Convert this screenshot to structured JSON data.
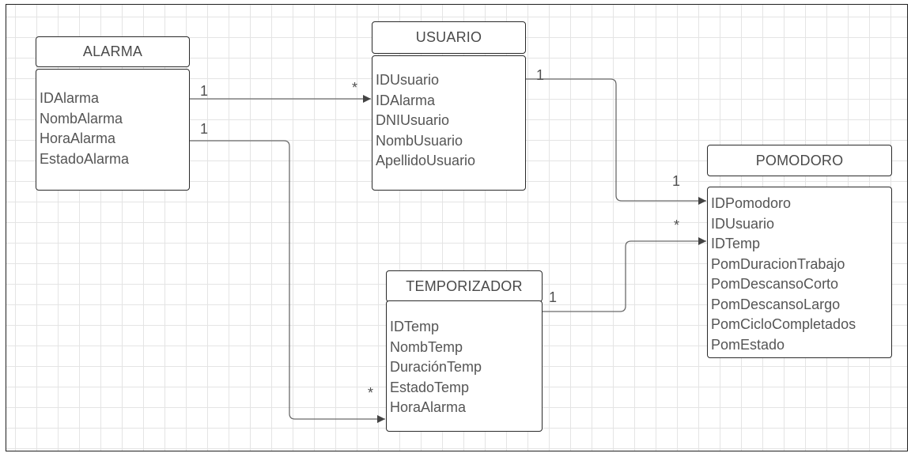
{
  "entities": {
    "alarma": {
      "title": "ALARMA",
      "attributes": [
        "IDAlarma",
        "NombAlarma",
        "HoraAlarma",
        "EstadoAlarma"
      ]
    },
    "usuario": {
      "title": "USUARIO",
      "attributes": [
        "IDUsuario",
        "IDAlarma",
        "DNIUsuario",
        "NombUsuario",
        "ApellidoUsuario"
      ]
    },
    "pomodoro": {
      "title": "POMODORO",
      "attributes": [
        "IDPomodoro",
        "IDUsuario",
        "IDTemp",
        "PomDuracionTrabajo",
        "PomDescansoCorto",
        "PomDescansoLargo",
        "PomCicloCompletados",
        "PomEstado"
      ]
    },
    "temporizador": {
      "title": "TEMPORIZADOR",
      "attributes": [
        "IDTemp",
        "NombTemp",
        "DuraciónTemp",
        "EstadoTemp",
        "HoraAlarma"
      ]
    }
  },
  "relationships": [
    {
      "from": "ALARMA",
      "to": "USUARIO",
      "from_multiplicity": "1",
      "to_multiplicity": "*"
    },
    {
      "from": "ALARMA",
      "to": "TEMPORIZADOR",
      "from_multiplicity": "1",
      "to_multiplicity": "*"
    },
    {
      "from": "USUARIO",
      "to": "POMODORO",
      "from_multiplicity": "1",
      "to_multiplicity": "1"
    },
    {
      "from": "TEMPORIZADOR",
      "to": "POMODORO",
      "from_multiplicity": "1",
      "to_multiplicity": "*"
    }
  ],
  "colors": {
    "line": "#555555",
    "border": "#2a2a2a",
    "grid": "#e4e4e4",
    "text": "#555555"
  }
}
